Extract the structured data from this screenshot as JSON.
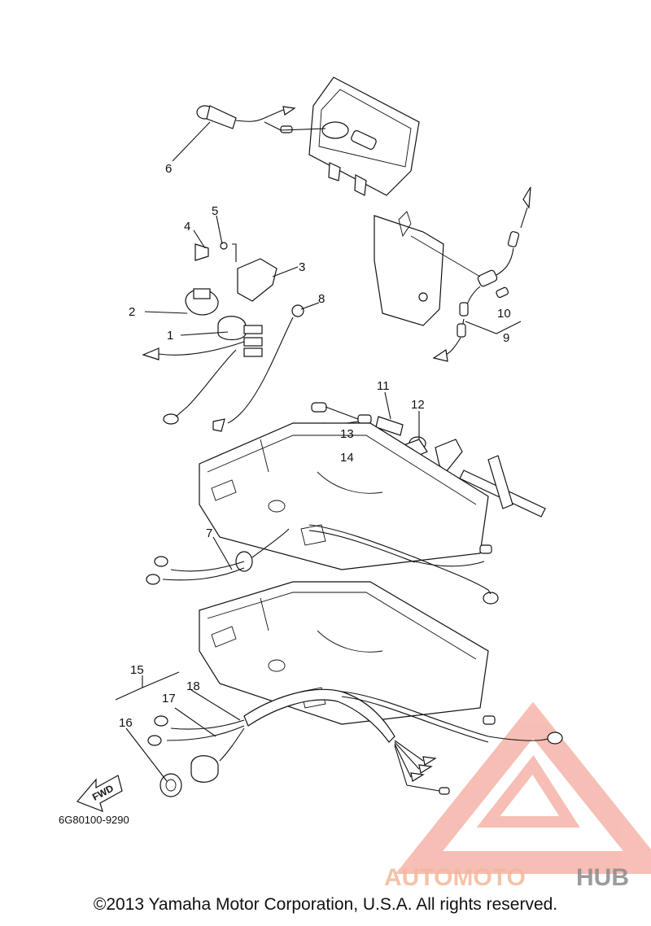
{
  "diagram_code": "6G80100-9290",
  "fwd_label": "FWD",
  "copyright": "©2013 Yamaha Motor Corporation, U.S.A. All rights reserved.",
  "watermark": {
    "part1": "AUTOMOTO",
    "part2": "HUB",
    "color_main": "#f3b99a",
    "color_accent": "#f08a7a",
    "color_hub": "#8a8a8a"
  },
  "callouts": [
    "1",
    "2",
    "3",
    "4",
    "5",
    "6",
    "7",
    "8",
    "9",
    "10",
    "11",
    "12",
    "13",
    "14",
    "15",
    "16",
    "17",
    "18"
  ]
}
